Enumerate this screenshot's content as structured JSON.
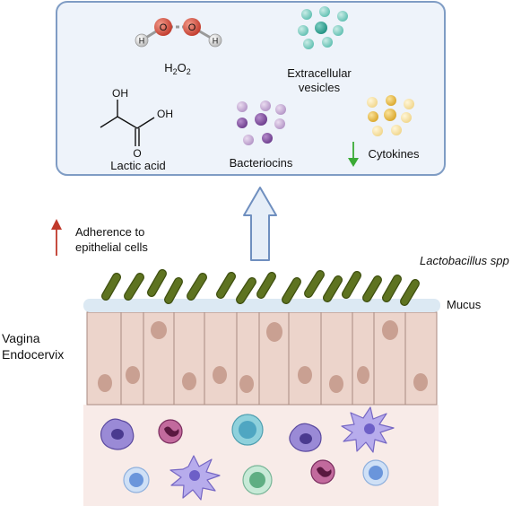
{
  "panel": {
    "h2o2": {
      "letter": "H",
      "sub1": "2",
      "mid": "O",
      "sub2": "2",
      "atom_o": "O",
      "atom_h": "H"
    },
    "extracellular": {
      "line1": "Extracellular",
      "line2": "vesicles"
    },
    "lactic": {
      "label": "Lactic acid",
      "oh_top": "OH",
      "oh_right": "OH",
      "o_bottom": "O"
    },
    "bacteriocins": {
      "label": "Bacteriocins"
    },
    "cytokines": {
      "label": "Cytokines",
      "trend": "down"
    }
  },
  "adherence": {
    "line1": "Adherence to",
    "line2": "epithelial cells",
    "trend": "up"
  },
  "labels": {
    "lactobacillus": "Lactobacillus spp",
    "mucus": "Mucus",
    "tissue1": "Vagina",
    "tissue2": "Endocervix"
  },
  "colors": {
    "panel_border": "#7f9cc4",
    "panel_fill": "#eef3fa",
    "arrow_fill": "#e6eef8",
    "arrow_stroke": "#6f8fbf",
    "bacteria": "#5e7320",
    "mucus": "#dce9f3",
    "epithelium": "#ecd4cb",
    "nucleus": "#c9a092",
    "stroma": "#f8ebe8",
    "red_arrow": "#c0392b",
    "green_arrow": "#3aaa35"
  }
}
